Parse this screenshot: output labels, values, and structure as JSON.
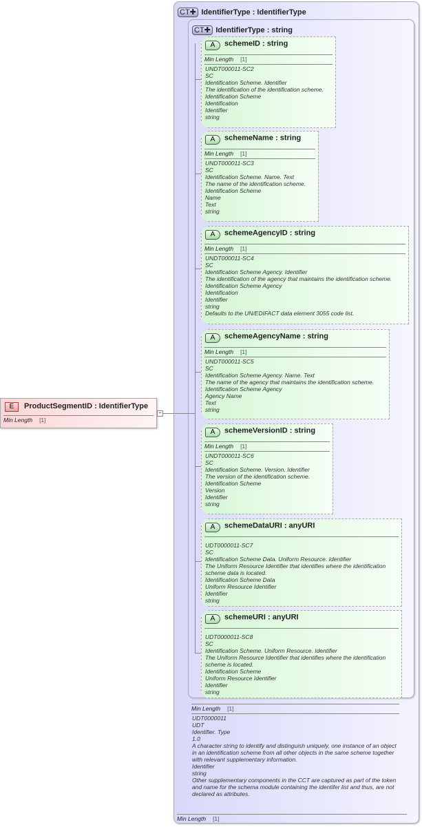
{
  "element": {
    "badge": "E",
    "title": "ProductSegmentID : IdentifierType",
    "facet_label": "Min Length",
    "facet_value": "[1]"
  },
  "outer": {
    "badge": "CT",
    "title": "IdentifierType : IdentifierType",
    "facet_label": "Min Length",
    "facet_value": "[1]"
  },
  "inner": {
    "badge": "CT",
    "title": "IdentifierType : string",
    "facet_label": "Min Length",
    "facet_value": "[1]",
    "lines": [
      "UDT0000011",
      "UDT",
      "Identifier. Type",
      "1.0",
      "A character string to identify and distinguish uniquely, one instance of an object in an identification scheme from all other objects in the same scheme together with relevant supplementary information.",
      "Identifier",
      "string",
      "Other supplementary components in the CCT are captured as part of the token and name for the schema module containing the identifer list and thus, are not declared as attributes."
    ]
  },
  "attributes": [
    {
      "badge": "A",
      "name": "schemeID : string",
      "facet_label": "Min Length",
      "facet_value": "[1]",
      "lines": [
        "UNDT000011-SC2",
        "SC",
        "Identification Scheme. Identifier",
        "The identification of the identification scheme.",
        "Identification Scheme",
        "Identification",
        "Identifier",
        "string"
      ]
    },
    {
      "badge": "A",
      "name": "schemeName : string",
      "facet_label": "Min Length",
      "facet_value": "[1]",
      "lines": [
        "UNDT000011-SC3",
        "SC",
        "Identification Scheme. Name. Text",
        "The name of the identification scheme.",
        "Identification Scheme",
        "Name",
        "Text",
        "string"
      ]
    },
    {
      "badge": "A",
      "name": "schemeAgencyID : string",
      "facet_label": "Min Length",
      "facet_value": "[1]",
      "lines": [
        "UNDT000011-SC4",
        "SC",
        "Identification Scheme Agency. Identifier",
        "The identification of the agency that maintains the identification scheme.",
        "Identification Scheme Agency",
        "Identification",
        "Identifier",
        "string",
        "Defaults to the UN/EDIFACT data element 3055 code list."
      ]
    },
    {
      "badge": "A",
      "name": "schemeAgencyName : string",
      "facet_label": "Min Length",
      "facet_value": "[1]",
      "lines": [
        "UNDT000011-SC5",
        "SC",
        "Identification Scheme Agency. Name. Text",
        "The name of the agency that maintains the identification scheme.",
        "Identification Scheme Agency",
        "Agency Name",
        "Text",
        "string"
      ]
    },
    {
      "badge": "A",
      "name": "schemeVersionID : string",
      "facet_label": "Min Length",
      "facet_value": "[1]",
      "lines": [
        "UNDT000011-SC6",
        "SC",
        "Identification Scheme. Version. Identifier",
        "The version of the identification scheme.",
        "Identification Scheme",
        "Version",
        "Identifier",
        "string"
      ]
    },
    {
      "badge": "A",
      "name": "schemeDataURI : anyURI",
      "lines": [
        "UDT0000011-SC7",
        "SC",
        "Identification Scheme Data. Uniform Resource. Identifier",
        "The Uniform Resource Identifier that identifies where the identification scheme data is located.",
        "Identification Scheme Data",
        "Uniform Resource Identifier",
        "Identifier",
        "string"
      ]
    },
    {
      "badge": "A",
      "name": "schemeURI : anyURI",
      "lines": [
        "UDT0000011-SC8",
        "SC",
        "Identification Scheme. Uniform Resource. Identifier",
        "The Uniform Resource Identifier that identifies where the identification scheme is located.",
        "Identification Scheme",
        "Uniform Resource Identifier",
        "Identifier",
        "string"
      ]
    }
  ]
}
